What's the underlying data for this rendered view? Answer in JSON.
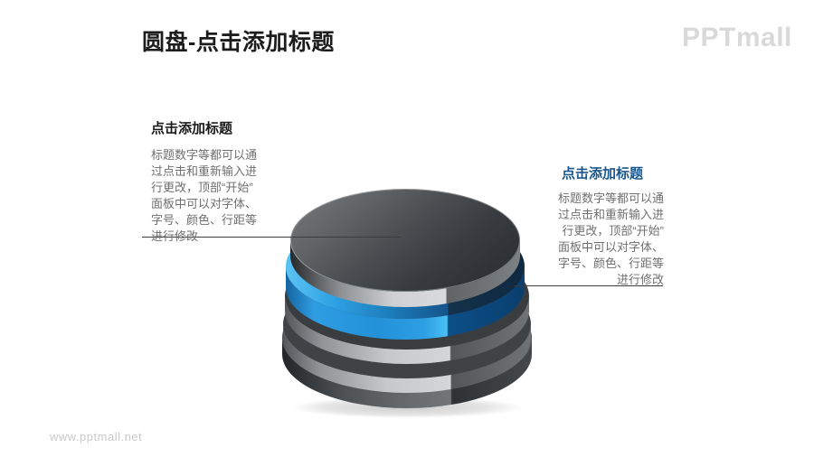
{
  "page": {
    "title": "圆盘-点击添加标题",
    "brand_logo": "PPTmall",
    "watermark": "www.pptmall.net"
  },
  "callouts": {
    "left": {
      "heading": "点击添加标题",
      "body": "标题数字等都可以通\n过点击和重新输入进\n行更改，顶部“开始”\n面板中可以对字体、\n字号、颜色、行距等\n进行修改"
    },
    "right": {
      "heading": "点击添加标题",
      "body": "标题数字等都可以通\n过点击和重新输入进\n行更改，顶部“开始”\n面板中可以对字体、\n字号、颜色、行距等\n进行修改"
    }
  },
  "diagram": {
    "type": "stacked-disc",
    "discs": [
      {
        "name": "disc-1-top",
        "color": "gray"
      },
      {
        "name": "disc-2",
        "color": "blue"
      },
      {
        "name": "disc-3",
        "color": "gray"
      },
      {
        "name": "disc-4",
        "color": "gray"
      },
      {
        "name": "disc-5-bottom",
        "color": "dark-gray"
      }
    ]
  },
  "colors": {
    "accent_blue": "#1779c8",
    "heading_blue": "#19578c",
    "title_black": "#1c1c1c",
    "body_gray": "#6f6f6f",
    "logo_gray": "#d9d9d9",
    "watermark_gray": "#c9c9c9"
  }
}
